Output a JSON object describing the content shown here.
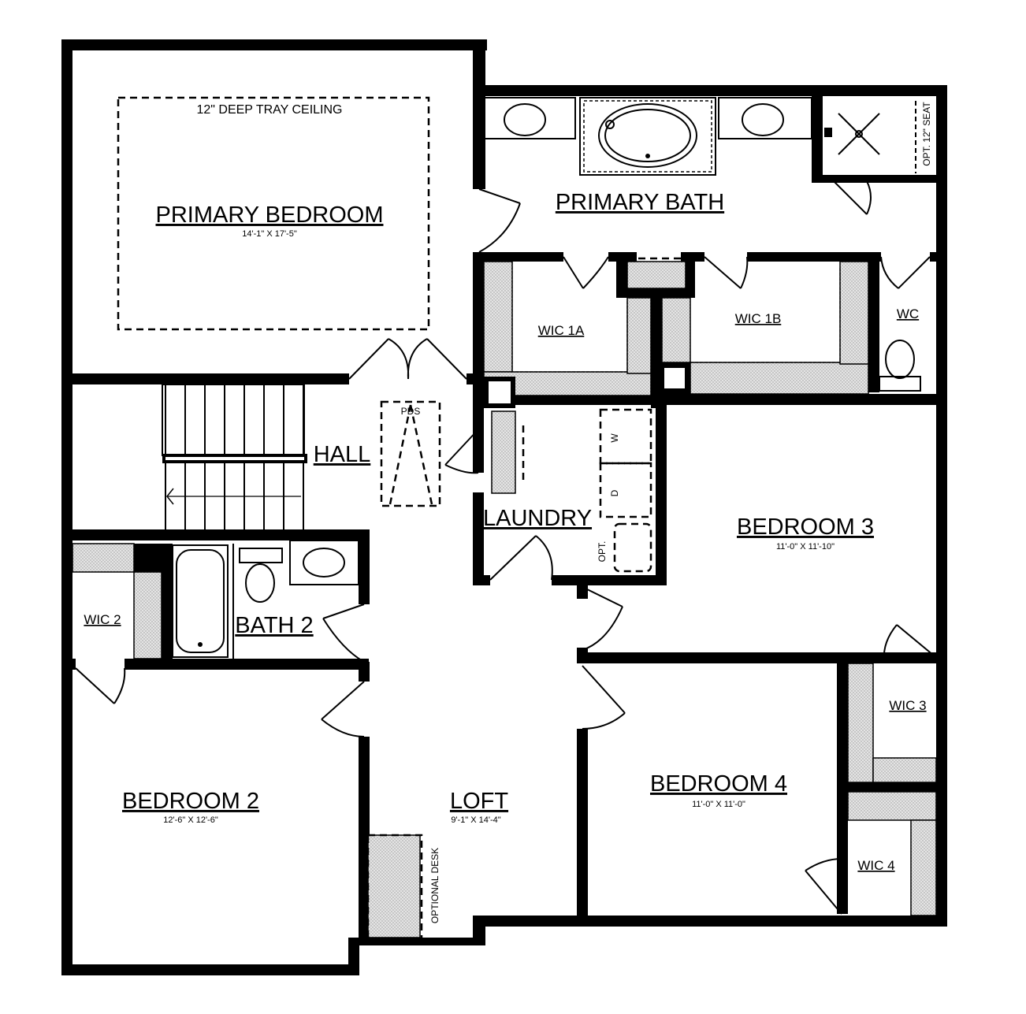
{
  "plan": {
    "tray_ceiling_note": "12\" DEEP TRAY CEILING",
    "rooms": {
      "primary_bedroom": {
        "name": "PRIMARY BEDROOM",
        "dims": "14'-1\" X 17'-5\""
      },
      "primary_bath": {
        "name": "PRIMARY BATH"
      },
      "wic_1a": {
        "name": "WIC 1A"
      },
      "wic_1b": {
        "name": "WIC 1B"
      },
      "wc": {
        "name": "WC"
      },
      "hall": {
        "name": "HALL"
      },
      "laundry": {
        "name": "LAUNDRY"
      },
      "bedroom_3": {
        "name": "BEDROOM 3",
        "dims": "11'-0\" X 11'-10\""
      },
      "wic_2": {
        "name": "WIC 2"
      },
      "bath_2": {
        "name": "BATH 2"
      },
      "wic_3": {
        "name": "WIC 3"
      },
      "bedroom_2": {
        "name": "BEDROOM 2",
        "dims": "12'-6\" X 12'-6\""
      },
      "loft": {
        "name": "LOFT",
        "dims": "9'-1\" X 14'-4\""
      },
      "bedroom_4": {
        "name": "BEDROOM 4",
        "dims": "11'-0\" X 11'-0\""
      },
      "wic_4": {
        "name": "WIC 4"
      }
    },
    "annotations": {
      "pds": "PDS",
      "washer": "W",
      "dryer": "D",
      "opt_sink": "OPT.",
      "opt_seat": "OPT. 12\" SEAT",
      "optional_desk": "OPTIONAL DESK"
    },
    "colors": {
      "wall": "#000000",
      "background": "#ffffff",
      "shelf_fill": "#d6d6d6"
    }
  }
}
